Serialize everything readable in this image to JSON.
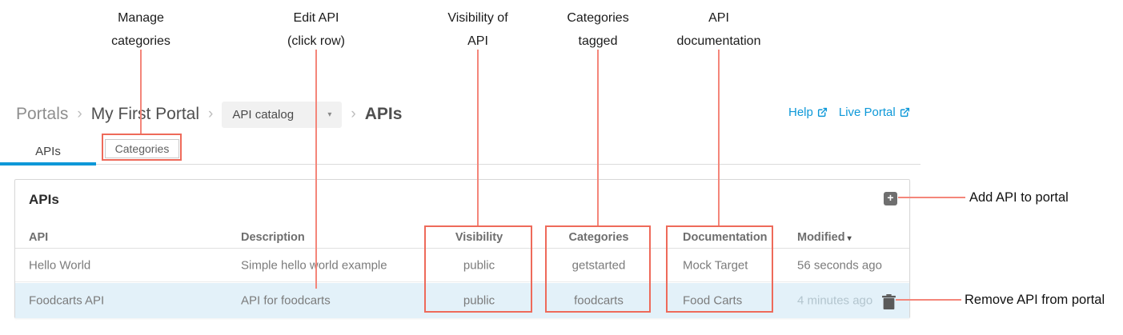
{
  "annotations": {
    "top_labels": [
      {
        "lines": [
          "Manage",
          "categories"
        ]
      },
      {
        "lines": [
          "Edit API",
          "(click row)"
        ]
      },
      {
        "lines": [
          "Visibility of",
          "API"
        ]
      },
      {
        "lines": [
          "Categories",
          "tagged"
        ]
      },
      {
        "lines": [
          "API",
          "documentation"
        ]
      }
    ],
    "side_labels": [
      {
        "label": "Add API to portal"
      },
      {
        "label": "Remove API from portal"
      }
    ]
  },
  "breadcrumb": {
    "portals": "Portals",
    "portal_name": "My First Portal",
    "separator": "›",
    "dropdown": {
      "value": "API catalog",
      "caret": "▾"
    },
    "current": "APIs"
  },
  "header_links": [
    {
      "label": "Help"
    },
    {
      "label": "Live Portal"
    }
  ],
  "tabs": {
    "apis": "APIs",
    "categories": "Categories"
  },
  "panel": {
    "title": "APIs",
    "add_icon": "+"
  },
  "table": {
    "columns": [
      "API",
      "Description",
      "Visibility",
      "Categories",
      "Documentation",
      "Modified"
    ],
    "sort_caret": "▾",
    "rows": [
      {
        "api": "Hello World",
        "description": "Simple hello world example",
        "visibility": "public",
        "categories": "getstarted",
        "documentation": "Mock Target",
        "modified": "56 seconds ago"
      },
      {
        "api": "Foodcarts API",
        "description": "API for foodcarts",
        "visibility": "public",
        "categories": "foodcarts",
        "documentation": "Food Carts",
        "modified": "4 minutes ago"
      }
    ]
  },
  "colors": {
    "accent_blue": "#0d98d8",
    "annotation_red": "#ee6a5a",
    "row_highlight": "#e3f1f9"
  }
}
